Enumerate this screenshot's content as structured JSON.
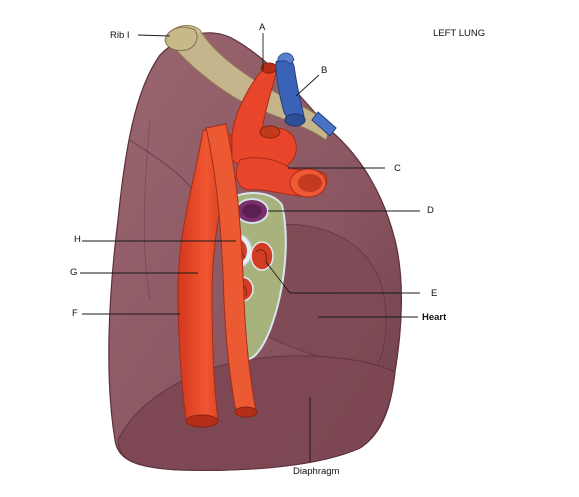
{
  "title": "LEFT LUNG",
  "labels": {
    "rib": "Rib I",
    "a": "A",
    "b": "B",
    "c": "C",
    "d": "D",
    "e": "E",
    "f": "F",
    "g": "G",
    "h": "H",
    "heart": "Heart",
    "diaphragm": "Diaphragm"
  },
  "colors": {
    "lung": "#8f5c65",
    "lung_dark": "#6f3f49",
    "artery": "#e8452a",
    "vein": "#3a63b7",
    "rib": "#c9b98a",
    "hilum": "#a8b27c",
    "bronchus_wall": "#d9e6ef",
    "node": "#7a2f6a"
  }
}
